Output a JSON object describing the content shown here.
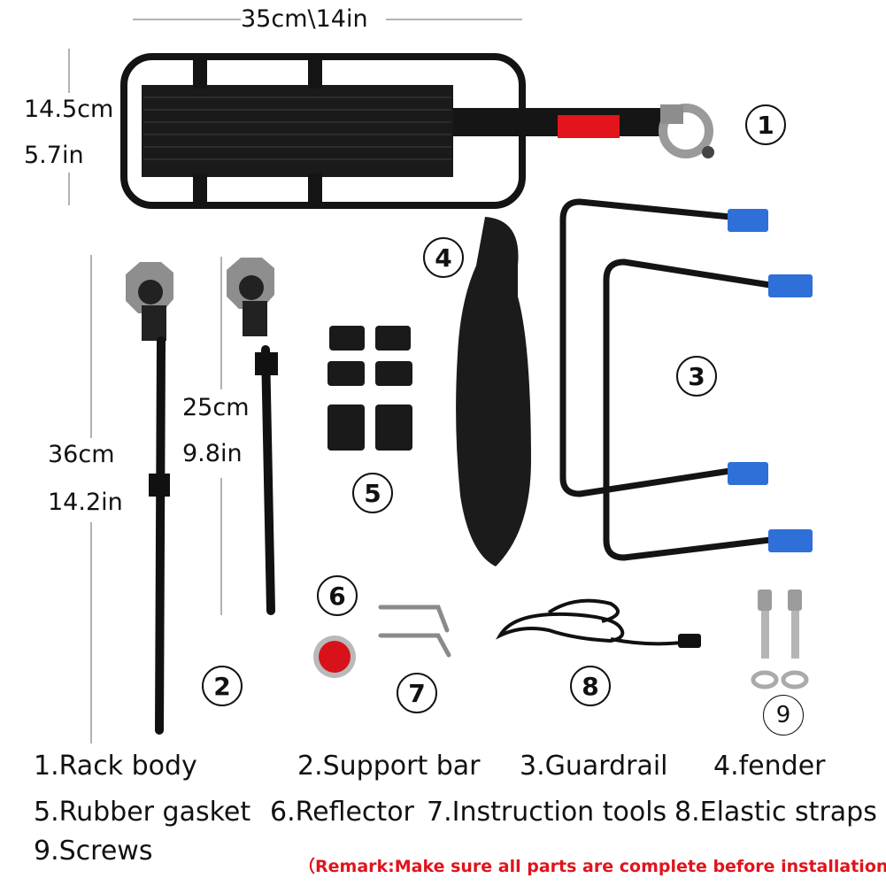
{
  "dimensions": {
    "width": "35cm\\14in",
    "height_cm": "14.5cm",
    "height_in": "5.7in",
    "support_cm": "36cm",
    "support_in": "14.2in",
    "support2_cm": "25cm",
    "support2_in": "9.8in"
  },
  "markers": [
    "1",
    "2",
    "3",
    "4",
    "5",
    "6",
    "7",
    "8",
    "9"
  ],
  "parts": [
    "1.Rack body",
    "2.Support bar",
    "3.Guardrail",
    "4.fender",
    "5.Rubber gasket",
    "6.Reflector",
    "7.Instruction tools",
    "8.Elastic straps",
    "9.Screws"
  ],
  "remark": "（Remark:Make sure all parts are complete before installation）",
  "colors": {
    "frame": "#141414",
    "clamp": "#9a9a9a",
    "reflector": "#d8121a",
    "guardrail_tip": "#2f6fd8",
    "remark": "#e0141c"
  }
}
